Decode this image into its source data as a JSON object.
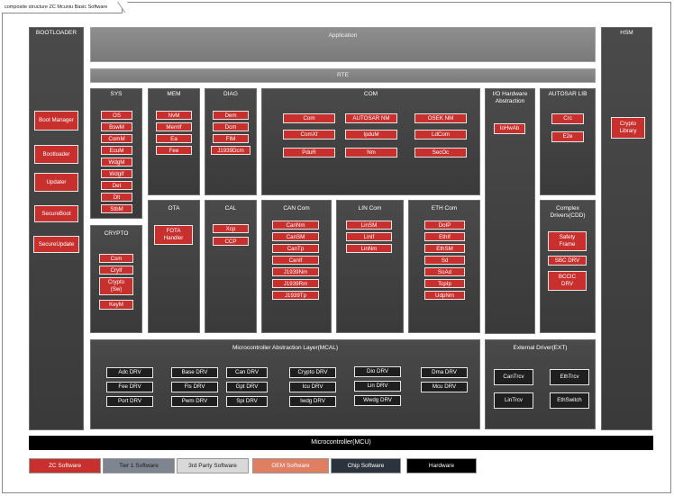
{
  "frame_title": "composite structure ZC Mcuniu Basic Software",
  "layers": {
    "bootloader": "BOOTLOADER",
    "hsm": "HSM",
    "application": "Application",
    "rte": "RTE",
    "mcal": "Microcontroller Abstraction Layer(MCAL)",
    "ext": "External Driver(EXT)",
    "mcu": "Microcontroller(MCU)"
  },
  "bootloader_items": [
    "Boot Manager",
    "Bootloader",
    "Updater",
    "SecureBoot",
    "SecureUpdate"
  ],
  "hsm_items": [
    "Crypto Library"
  ],
  "groups": {
    "sys": {
      "title": "SYS",
      "items": [
        "OS",
        "BswM",
        "ComM",
        "EcuM",
        "WdgM",
        "WdgIf",
        "Det",
        "Dlt",
        "StbM"
      ]
    },
    "mem": {
      "title": "MEM",
      "items": [
        "NvM",
        "MemIf",
        "Ea",
        "Fee"
      ]
    },
    "diag": {
      "title": "DIAG",
      "items": [
        "Dem",
        "Dcm",
        "FIM",
        "J1939Dcm"
      ]
    },
    "com": {
      "title": "COM",
      "items": [
        "Com",
        "AUTOSAR NM",
        "OSEK NM",
        "ComXf",
        "IpduM",
        "LdCom",
        "PduR",
        "Nm",
        "SecOc"
      ]
    },
    "io": {
      "title": "I/O Hardware Abstraction",
      "items": [
        "IoHwAb"
      ]
    },
    "autosar_lib": {
      "title": "AUTOSAR LIB",
      "items": [
        "Crc",
        "E2e"
      ]
    },
    "crypto": {
      "title": "CRYPTO",
      "items": [
        "Csm",
        "CryIf",
        "Crypto (Sw)",
        "KeyM"
      ]
    },
    "ota": {
      "title": "OTA",
      "items": [
        "FOTA Handler"
      ]
    },
    "cal": {
      "title": "CAL",
      "items": [
        "Xcp",
        "CCP"
      ]
    },
    "can_com": {
      "title": "CAN Com",
      "items": [
        "CanNm",
        "CanSM",
        "CanTp",
        "CanIf",
        "J1939Nm",
        "J1939Rm",
        "J1939Tp"
      ]
    },
    "lin_com": {
      "title": "LIN Com",
      "items": [
        "LinSM",
        "LinIf",
        "LinNm"
      ]
    },
    "eth_com": {
      "title": "ETH Com",
      "items": [
        "DoIP",
        "EthIf",
        "EthSM",
        "Sd",
        "SoAd",
        "TcpIp",
        "UdpNm"
      ]
    },
    "cdd": {
      "title": "Complex Drivers(CDD)",
      "items": [
        "Safety Frame",
        "SBC DRV",
        "BCCIC DRV"
      ]
    }
  },
  "mcal_items": [
    "Adc DRV",
    "Base DRV",
    "Can DRV",
    "Crypto DRV",
    "Dio DRV",
    "Dma DRV",
    "Fee DRV",
    "Fls DRV",
    "Gpt DRV",
    "Icu DRV",
    "Lin DRV",
    "Mcu DRV",
    "Port DRV",
    "Pwm DRV",
    "Spi DRV",
    "Iwdg DRV",
    "Wwdg DRV"
  ],
  "ext_items": [
    "CanTrcv",
    "EthTrcv",
    "LinTrcv",
    "EthSwitch"
  ],
  "legend": [
    {
      "label": "ZC Software",
      "color": "#c8302e",
      "text_color": "#ffffff"
    },
    {
      "label": "Tier 1 Software",
      "color": "#7f8590",
      "text_color": "#1a1a1a"
    },
    {
      "label": "3rd Party Software",
      "color": "#d9d9d9",
      "text_color": "#1a1a1a"
    },
    {
      "label": "OEM Software",
      "color": "#e07e62",
      "text_color": "#ffffff"
    },
    {
      "label": "Chip Software",
      "color": "#2b333c",
      "text_color": "#ffffff"
    },
    {
      "label": "Hardware",
      "color": "#000000",
      "text_color": "#ffffff"
    }
  ]
}
